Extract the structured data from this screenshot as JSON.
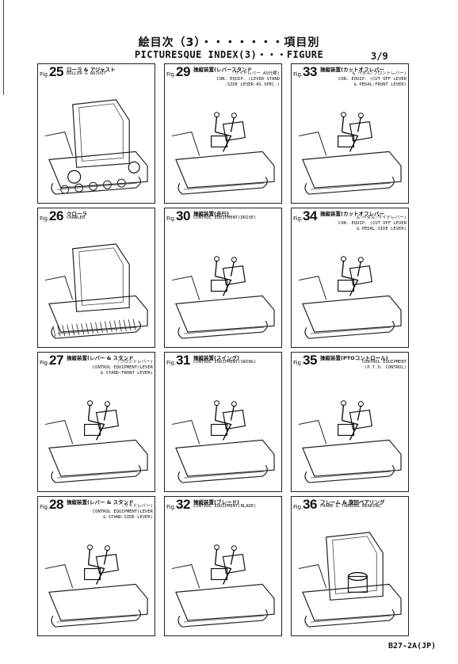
{
  "header": {
    "title_jp": "絵目次（3）・・・・・・・項目別",
    "title_en": "PICTURESQUE INDEX(3)・・・FIGURE",
    "page": "3/9"
  },
  "footer": {
    "doc_code": "B27-2A(JP)"
  },
  "panels": [
    {
      "fig": "Fig.",
      "num": "25",
      "jp": "ローラ & アジャスト",
      "en": "ROLLER & ADJUST",
      "align": "left"
    },
    {
      "fig": "Fig.",
      "num": "29",
      "jp": "操縦装置(レバースタンド",
      "en": ":サイドレバー AS仕様)\nCON. EQUIP. (LEVER STAND\n:SIDE LEVER AS SPEC.)",
      "align": "right"
    },
    {
      "fig": "Fig.",
      "num": "33",
      "jp": "操縦装置(カットオフレバー",
      "en": "& ペダル:フロントレバー)\nCON. EQUIP. (CUT OFF LEVER\n& PEDAL:FRONT LEVER)",
      "align": "right"
    },
    {
      "fig": "Fig.",
      "num": "26",
      "jp": "クローラ",
      "en": "CRAWLER",
      "align": "left"
    },
    {
      "fig": "Fig.",
      "num": "30",
      "jp": "操縦装置(走行)",
      "en": "CONTROL EQUIPMENT(DRIVE)",
      "align": "left"
    },
    {
      "fig": "Fig.",
      "num": "34",
      "jp": "操縦装置(カットオフレバー",
      "en": "& ペダル:サイドレバー)\nCON. EQUIP. (CUT OFF LEVER\n& PEDAL:SIDE LEVER)",
      "align": "right"
    },
    {
      "fig": "Fig.",
      "num": "27",
      "jp": "操縦装置(レバー & スタンド",
      "en": ":フロントレバー)\nCONTROL EQUIPMENT(LEVER\n& STAND:FRONT LEVER)",
      "align": "right"
    },
    {
      "fig": "Fig.",
      "num": "31",
      "jp": "操縦装置(スイング)",
      "en": "CONTROL EQUIPMENT(SWING)",
      "align": "left"
    },
    {
      "fig": "Fig.",
      "num": "35",
      "jp": "操縦装置(PTOコントロール)",
      "en": "CONTROL EQUIPMENT\n(P.T.O. CONTROL)",
      "align": "right"
    },
    {
      "fig": "Fig.",
      "num": "28",
      "jp": "操縦装置(レバー & スタンド",
      "en": ":サイドレバー)\nCONTROL EQUIPMENT(LEVER\n& STAND:SIDE LEVER)",
      "align": "right"
    },
    {
      "fig": "Fig.",
      "num": "32",
      "jp": "操縦装置(ブレード)",
      "en": "CONTROL EQUIPMENT(BLADE)",
      "align": "left"
    },
    {
      "fig": "Fig.",
      "num": "36",
      "jp": "フレーム & 旋回ベアリング",
      "en": "FRAME & TURNING BEARING",
      "align": "left"
    }
  ]
}
